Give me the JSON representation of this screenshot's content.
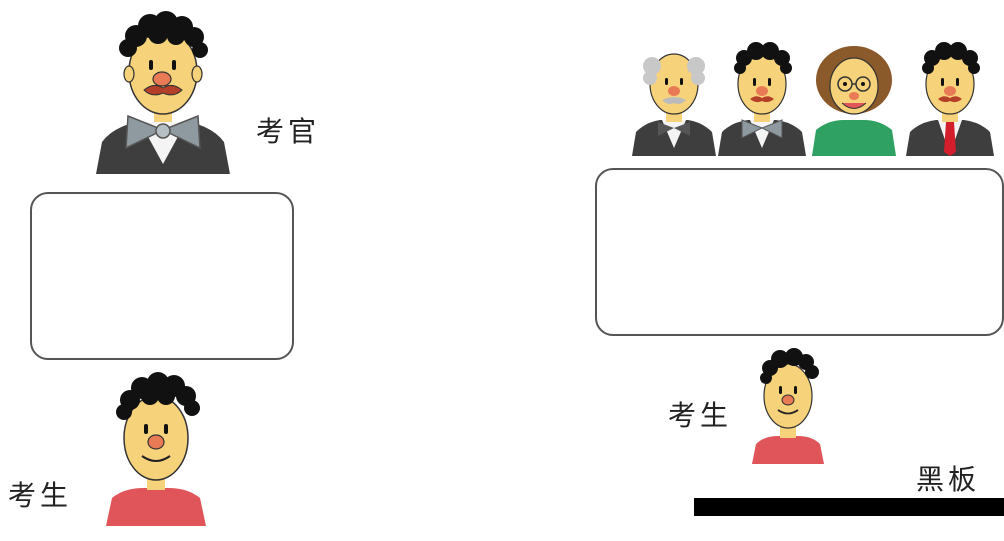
{
  "left_scene": {
    "examiner_label": "考官",
    "candidate_label": "考生"
  },
  "right_scene": {
    "candidate_label": "考生",
    "blackboard_label": "黑板"
  },
  "colors": {
    "skin": "#f6d27a",
    "hair": "#111111",
    "suit": "#3e3e3e",
    "bowtie": "#8f9aa0",
    "candidate_shirt": "#e0555a",
    "woman_shirt": "#2fa163",
    "woman_hair": "#8a5a2b",
    "tie_red": "#d21f2b",
    "box_border": "#555555",
    "blackboard": "#000000"
  }
}
